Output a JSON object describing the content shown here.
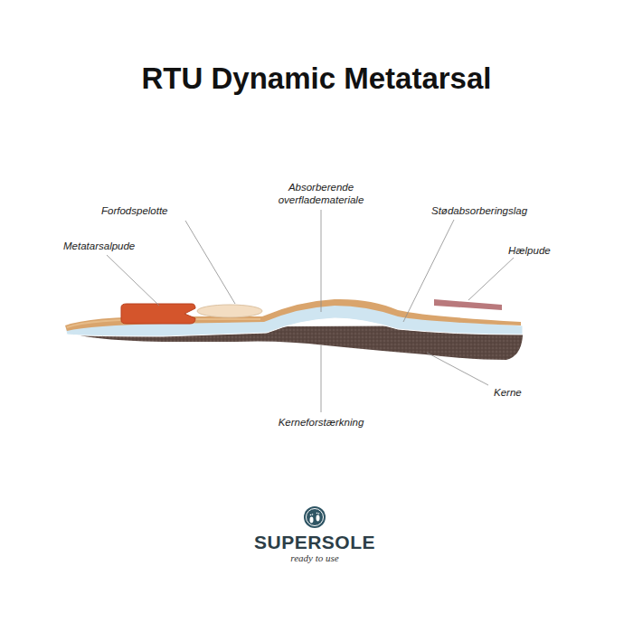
{
  "diagram": {
    "title": "RTU Dynamic Metatarsal",
    "labels": [
      "Absorberende overflademateriale",
      "Forfodspelotte",
      "Stødabsorberingslag",
      "Metatarsalpude",
      "Hælpude",
      "Kerne",
      "Kerneforstærkning",
      "SUPERSOLE",
      "ready to use"
    ]
  }
}
